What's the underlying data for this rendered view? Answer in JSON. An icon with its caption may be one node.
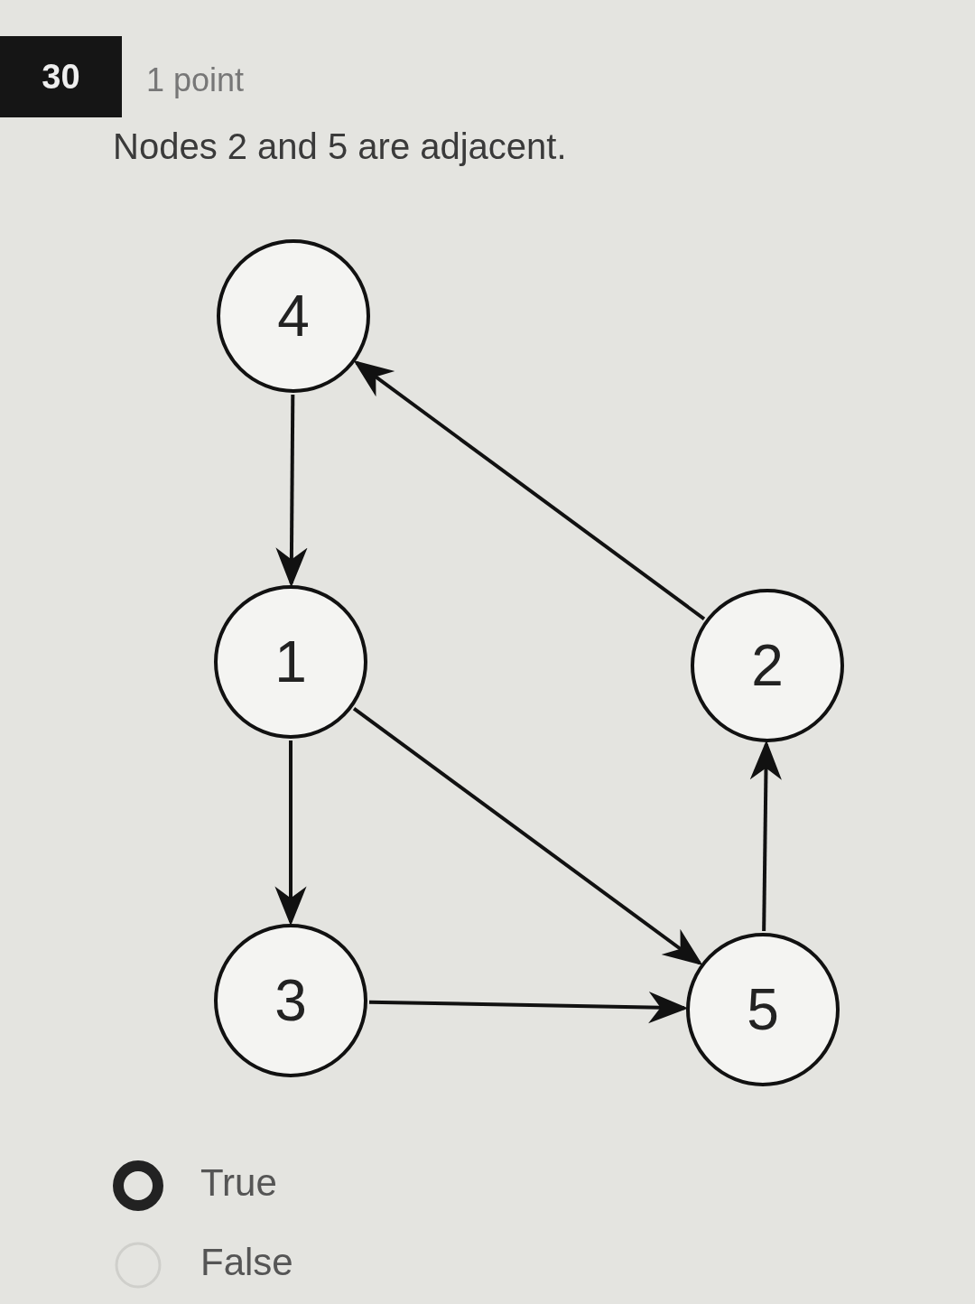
{
  "diagram": {
    "title": "Nodes 2 and 5 are adjacent.",
    "nodes": [
      {
        "text": [
          "4"
        ]
      },
      {
        "text": [
          "1"
        ]
      },
      {
        "text": [
          "2"
        ]
      },
      {
        "text": [
          "3"
        ]
      },
      {
        "text": [
          "5"
        ]
      }
    ],
    "edges": [
      {
        "from": 0,
        "to": 1,
        "arrow": "to"
      },
      {
        "from": 2,
        "to": 0,
        "arrow": "to"
      },
      {
        "from": 1,
        "to": 3,
        "arrow": "to"
      },
      {
        "from": 1,
        "to": 4,
        "arrow": "to"
      },
      {
        "from": 3,
        "to": 4,
        "arrow": "to"
      },
      {
        "from": 4,
        "to": 2,
        "arrow": "to"
      }
    ],
    "labels": [
      "30",
      "1 point",
      "True",
      "False"
    ]
  }
}
